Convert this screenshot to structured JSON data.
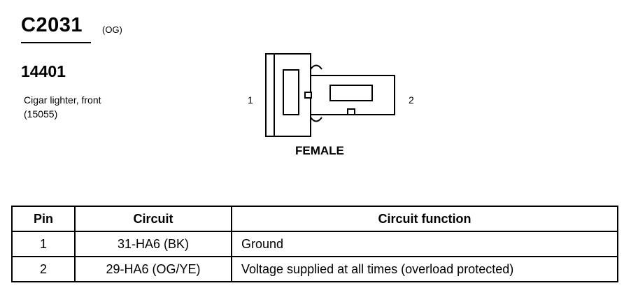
{
  "connector": {
    "id": "C2031",
    "color_code": "(OG)",
    "part_number": "14401",
    "description_line1": "Cigar lighter, front",
    "description_line2": "(15055)",
    "pin_left_label": "1",
    "pin_right_label": "2",
    "gender": "FEMALE"
  },
  "table": {
    "headers": [
      "Pin",
      "Circuit",
      "Circuit function"
    ],
    "rows": [
      {
        "pin": "1",
        "circuit": "31-HA6 (BK)",
        "function": "Ground"
      },
      {
        "pin": "2",
        "circuit": "29-HA6 (OG/YE)",
        "function": "Voltage supplied at all times (overload protected)"
      }
    ]
  }
}
